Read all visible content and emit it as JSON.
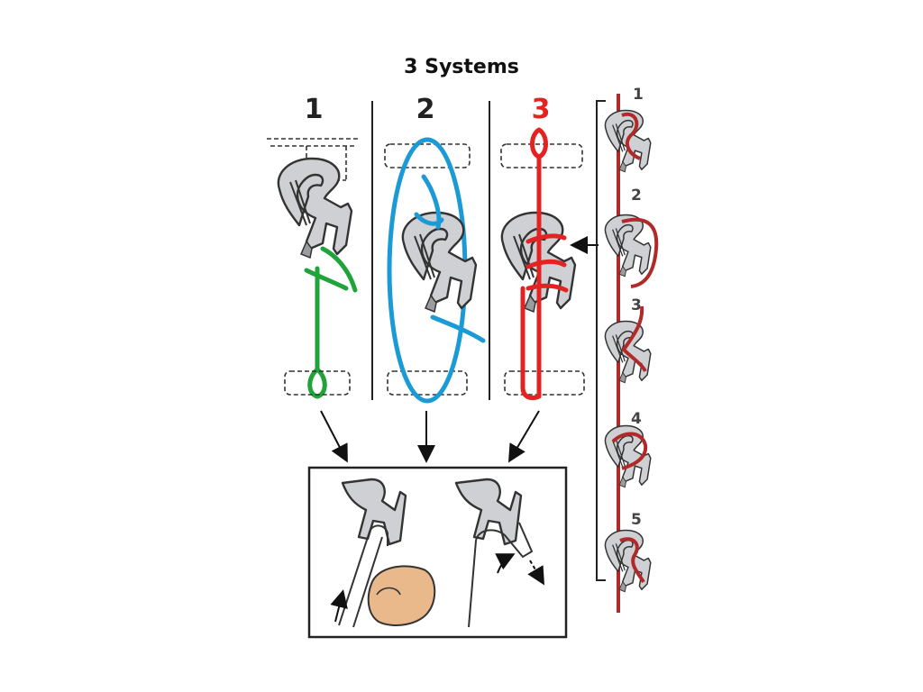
{
  "title": "3 Systems",
  "systems": [
    {
      "label": "1",
      "rope_color": "#1fa33a"
    },
    {
      "label": "2",
      "rope_color": "#1c9ad6"
    },
    {
      "label": "3",
      "rope_color": "#e32222"
    }
  ],
  "steps": [
    "1",
    "2",
    "3",
    "4",
    "5"
  ],
  "step_rope_color": "#b02a2a",
  "colors": {
    "hook_fill": "#cfd0d3",
    "outline": "#333333",
    "hand": "#e9b98c"
  }
}
